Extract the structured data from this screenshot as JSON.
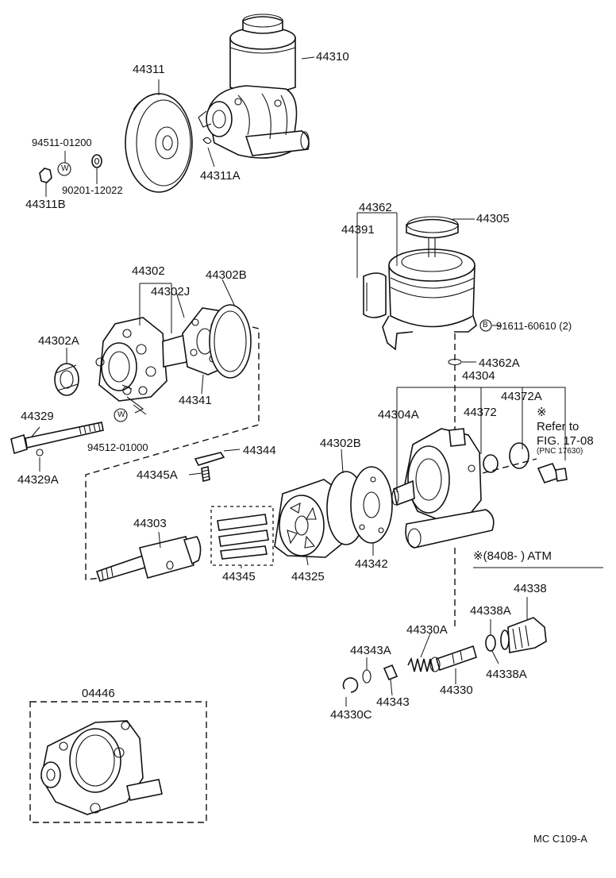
{
  "labels": {
    "p44310": "44310",
    "p44311": "44311",
    "p44311A": "44311A",
    "p44311B": "44311B",
    "p94511": "94511-01200",
    "p90201": "90201-12022",
    "p44362": "44362",
    "p44305": "44305",
    "p44391": "44391",
    "p91611": "91611-60610 (2)",
    "p44302": "44302",
    "p44302J": "44302J",
    "p44302B_top": "44302B",
    "p44302A": "44302A",
    "p44341": "44341",
    "p44329": "44329",
    "p94512": "94512-01000",
    "p44329A": "44329A",
    "p44362A": "44362A",
    "p44304": "44304",
    "p44304A": "44304A",
    "p44372": "44372",
    "p44372A": "44372A",
    "p44344": "44344",
    "p44345A": "44345A",
    "p44302B_mid": "44302B",
    "p44303": "44303",
    "p44345": "44345",
    "p44325": "44325",
    "p44342": "44342",
    "p44338": "44338",
    "p44338A_1": "44338A",
    "p44338A_2": "44338A",
    "p44330A": "44330A",
    "p44343A": "44343A",
    "p44343": "44343",
    "p44330": "44330",
    "p44330C": "44330C",
    "p04446": "04446",
    "footer": "MC  C109-A"
  },
  "note": {
    "mark": "※",
    "line1": "Refer to",
    "line2": "FIG. 17-08",
    "line3": "(PNC 17630)",
    "atm": "※(8408-        ) ATM"
  },
  "symbols": {
    "washer_w": "W",
    "bolt_b": "B"
  }
}
